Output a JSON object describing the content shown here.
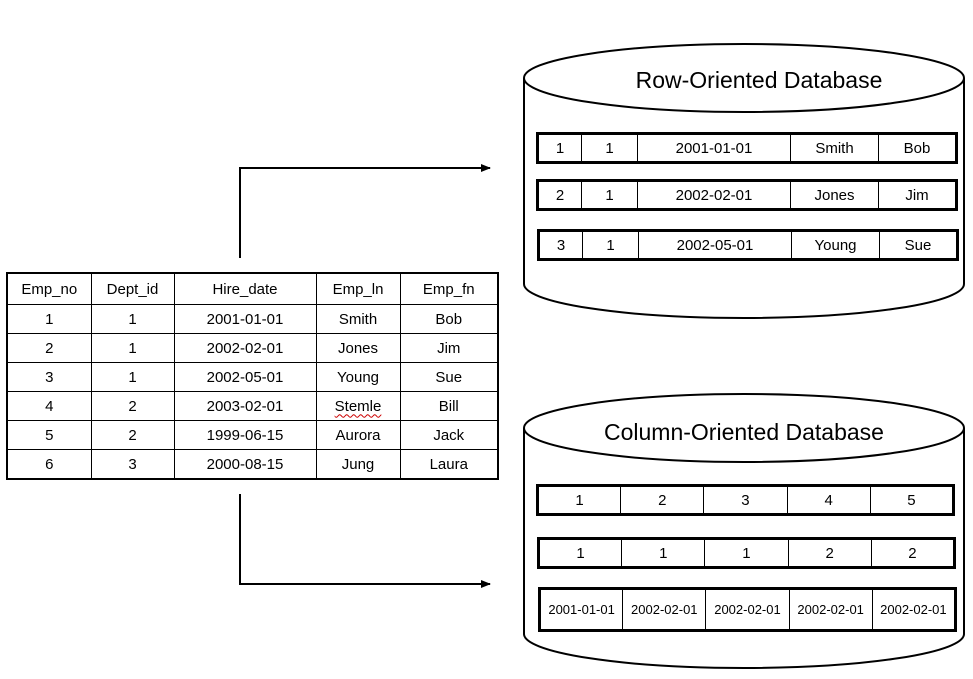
{
  "employee_table": {
    "headers": [
      "Emp_no",
      "Dept_id",
      "Hire_date",
      "Emp_ln",
      "Emp_fn"
    ],
    "rows": [
      [
        "1",
        "1",
        "2001-01-01",
        "Smith",
        "Bob"
      ],
      [
        "2",
        "1",
        "2002-02-01",
        "Jones",
        "Jim"
      ],
      [
        "3",
        "1",
        "2002-05-01",
        "Young",
        "Sue"
      ],
      [
        "4",
        "2",
        "2003-02-01",
        "Stemle",
        "Bill"
      ],
      [
        "5",
        "2",
        "1999-06-15",
        "Aurora",
        "Jack"
      ],
      [
        "6",
        "3",
        "2000-08-15",
        "Jung",
        "Laura"
      ]
    ]
  },
  "row_db": {
    "title": "Row-Oriented Database",
    "records": [
      [
        "1",
        "1",
        "2001-01-01",
        "Smith",
        "Bob"
      ],
      [
        "2",
        "1",
        "2002-02-01",
        "Jones",
        "Jim"
      ],
      [
        "3",
        "1",
        "2002-05-01",
        "Young",
        "Sue"
      ]
    ]
  },
  "column_db": {
    "title": "Column-Oriented Database",
    "columns": [
      [
        "1",
        "2",
        "3",
        "4",
        "5"
      ],
      [
        "1",
        "1",
        "1",
        "2",
        "2"
      ],
      [
        "2001-01-01",
        "2002-02-01",
        "2002-02-01",
        "2002-02-01",
        "2002-02-01"
      ]
    ]
  }
}
